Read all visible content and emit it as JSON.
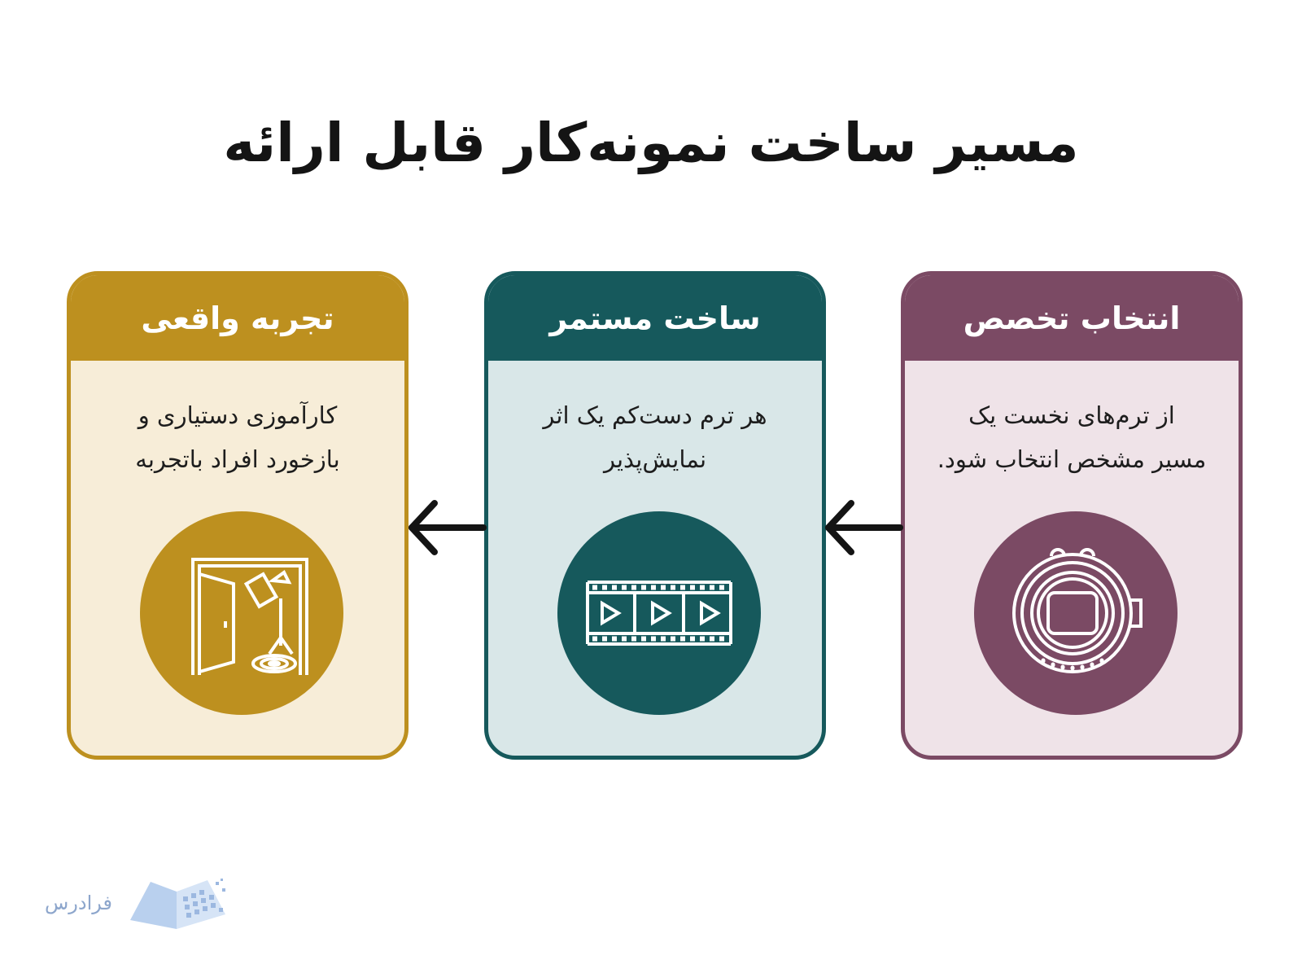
{
  "title": "مسیر ساخت نمونه‌کار قابل ارائه",
  "colors": {
    "plum": "#7b4a64",
    "teal": "#16595c",
    "gold": "#bd901f"
  },
  "cards": [
    {
      "heading": "انتخاب تخصص",
      "line1": "از ترم‌های نخست یک",
      "line2": "مسیر مشخص انتخاب شود.",
      "icon": "camera-lens-mount-icon"
    },
    {
      "heading": "ساخت مستمر",
      "line1": "هر ترم دست‌کم یک اثر",
      "line2": "نمایش‌پذیر",
      "icon": "film-strip-icon"
    },
    {
      "heading": "تجربه واقعی",
      "line1": "کارآموزی دستیاری و",
      "line2": "بازخورد افراد باتجربه",
      "icon": "studio-door-light-icon"
    }
  ],
  "logo": {
    "text": "فرادرس",
    "icon": "open-book-logo-icon"
  }
}
